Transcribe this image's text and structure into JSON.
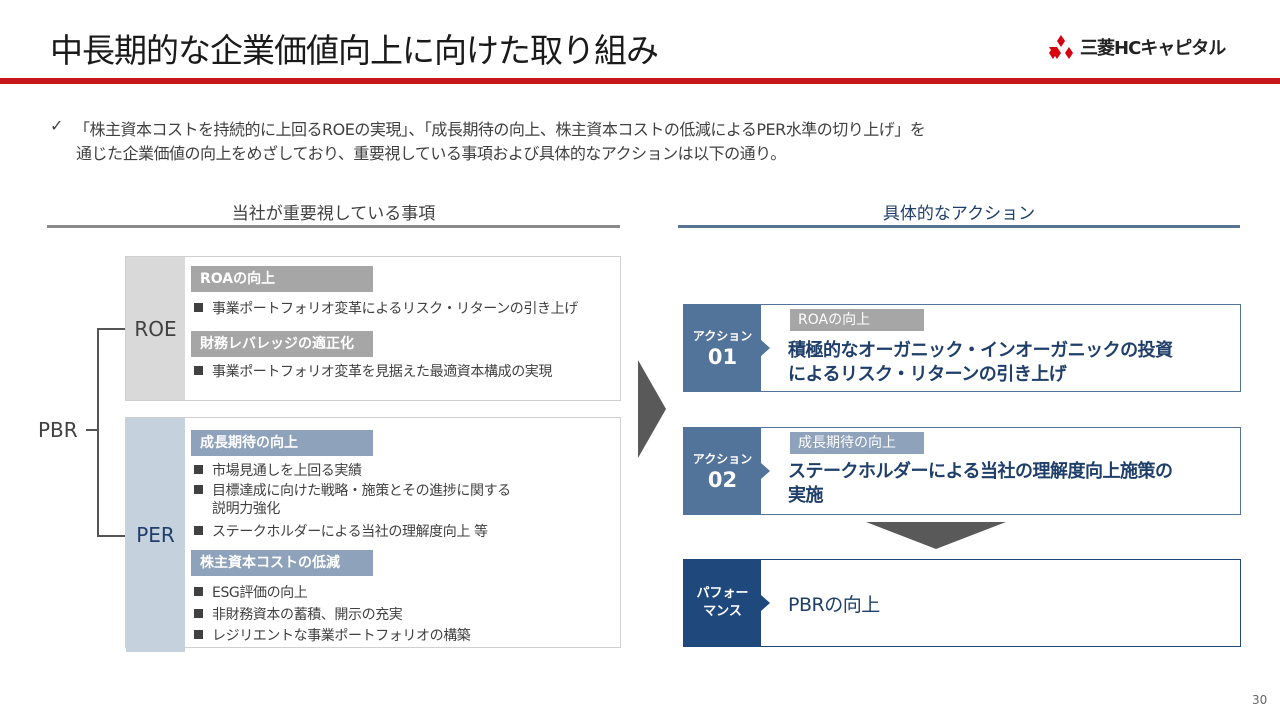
{
  "header": {
    "title": "中長期的な企業価値向上に向けた取り組み",
    "logo_text": "三菱HCキャピタル"
  },
  "intro": {
    "check": "✓",
    "line1": "「株主資本コストを持続的に上回るROEの実現」、「成長期待の向上、株主資本コストの低減によるPER水準の切り上げ」を",
    "line2": "通じた企業価値の向上をめざしており、重要視している事項および具体的なアクションは以下の通り。"
  },
  "left": {
    "heading": "当社が重要視している事項",
    "root": "PBR",
    "roe": {
      "label": "ROE",
      "groups": [
        {
          "tag": "ROAの向上",
          "items": [
            "事業ポートフォリオ変革によるリスク・リターンの引き上げ"
          ]
        },
        {
          "tag": "財務レバレッジの適正化",
          "items": [
            "事業ポートフォリオ変革を見据えた最適資本構成の実現"
          ]
        }
      ]
    },
    "per": {
      "label": "PER",
      "groups": [
        {
          "tag": "成長期待の向上",
          "items": [
            "市場見通しを上回る実績",
            "目標達成に向けた戦略・施策とその進捗に関する",
            "説明力強化",
            "ステークホルダーによる当社の理解度向上 等"
          ]
        },
        {
          "tag": "株主資本コストの低減",
          "items": [
            "ESG評価の向上",
            "非財務資本の蓄積、開示の充実",
            "レジリエントな事業ポートフォリオの構築"
          ]
        }
      ]
    }
  },
  "right": {
    "heading": "具体的なアクション",
    "actions": [
      {
        "label": "アクション",
        "num": "01",
        "tag": "ROAの向上",
        "line1": "積極的なオーガニック・インオーガニックの投資",
        "line2": "によるリスク・リターンの引き上げ"
      },
      {
        "label": "アクション",
        "num": "02",
        "tag": "成長期待の向上",
        "line1": "ステークホルダーによる当社の理解度向上施策の",
        "line2": "実施"
      }
    ],
    "performance": {
      "label1": "パフォー",
      "label2": "マンス",
      "text": "PBRの向上"
    }
  },
  "page_number": "30",
  "colors": {
    "red": "#c8161d",
    "navy": "#1f497d",
    "steel": "#52739a",
    "gray_tag": "#a6a6a6",
    "blue_tag": "#8ea2bb"
  }
}
